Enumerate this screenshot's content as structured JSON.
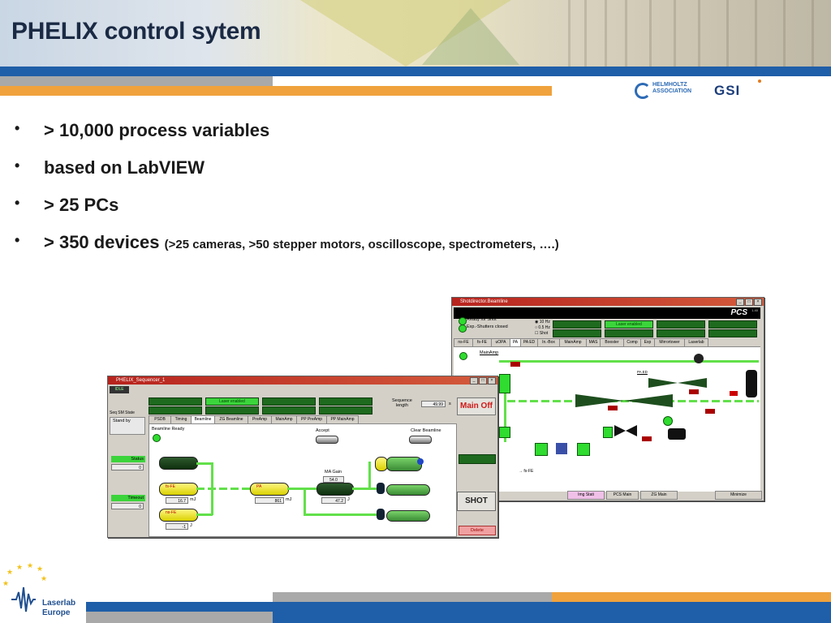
{
  "header": {
    "title": "PHELIX control sytem"
  },
  "logos": {
    "helmholtz": "HELMHOLTZ ASSOCIATION",
    "gsi": "GSI",
    "laserlab_line1": "Laserlab",
    "laserlab_line2": "Europe"
  },
  "bullets": [
    {
      "text": "> 10,000 process variables"
    },
    {
      "text": "based on LabVIEW"
    },
    {
      "text": "> 25 PCs"
    },
    {
      "text": "> 350 devices",
      "detail": "(>25 cameras, >50 stepper motors, oscilloscope, spectrometers, ….)"
    }
  ],
  "bullet_glyph": "•",
  "sequencer": {
    "title": "PHELIX_Sequencer_1",
    "top_field": "IDLE",
    "indicators": [
      "Laser enabled"
    ],
    "sequence_length_label": "Sequence\nlength",
    "sequence_length_value": "49.99",
    "sequence_length_unit": "s",
    "main_off": "Main Off",
    "seq_state_label": "Seq SM State",
    "seq_state_value": "Stand by",
    "status_label": "Status",
    "status_value": "0",
    "timeout_label": "Timeout",
    "timeout_value": "0",
    "tabs": [
      "PSDB",
      "Timing",
      "Beamline",
      "ZG Beamline",
      "PreAmp",
      "MainAmp",
      "PP PreAmp",
      "PP MainAmp"
    ],
    "active_tab": 2,
    "beamline_ready": "Beamline Ready",
    "accept": "Accept",
    "clear_beamline": "Clear Beamline",
    "ma_gain_label": "MA Gain",
    "ma_gain_value": "54.0",
    "fsfe_label": "fs-FE",
    "nsfe_label": "ns-FE",
    "pa_label": "PA",
    "fsfe_energy": "16.7",
    "nsfe_energy": "-1",
    "pa_energy": "861",
    "ma_energy": "47.2",
    "unit_mj": "mJ",
    "unit_j": "J",
    "shot": "SHOT",
    "delete": "Delete"
  },
  "shotdirector": {
    "title": "Shotdirector.Beamline",
    "pcs": "PCS",
    "version": "1.40",
    "ready_for_shot": "Ready for Shot",
    "shutters_closed": "Exp.-Shutters closed",
    "freq_options": [
      "10 Hz",
      "0.5 Hz",
      "Shot"
    ],
    "laser_enabled": "Laser enabled",
    "tabs": [
      "ns-FE",
      "fs-FE",
      "uOPA",
      "PA",
      "PA ED",
      "In.-Box",
      "MainAmp",
      "MAS",
      "Booster",
      "Comp",
      "Exp",
      "Mirrortower",
      "Laserlab"
    ],
    "active_tab": 3,
    "mainamp_label": "MainAmp",
    "pa_ed": "PA ED",
    "fsfe_arrow": "fs-FE",
    "bottom_buttons": [
      "Img Stati",
      "PCS Main",
      "ZG Main",
      "Minimize"
    ]
  }
}
